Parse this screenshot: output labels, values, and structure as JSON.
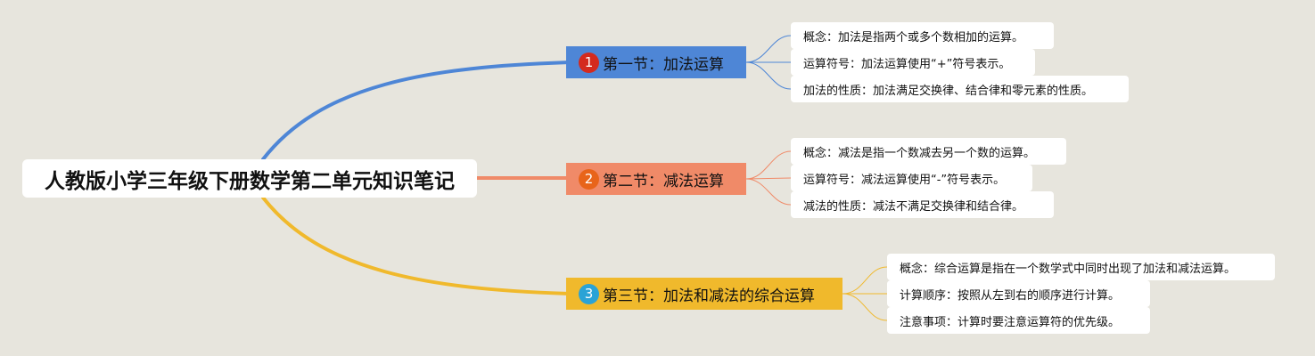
{
  "root": {
    "title": "人教版小学三年级下册数学第二单元知识笔记"
  },
  "branches": [
    {
      "number": "1",
      "title": "第一节：加法运算",
      "color": "#4e86d6",
      "badge_color": "#d42a1e",
      "items": [
        "概念：加法是指两个或多个数相加的运算。",
        "运算符号：加法运算使用“+”符号表示。",
        "加法的性质：加法满足交换律、结合律和零元素的性质。"
      ]
    },
    {
      "number": "2",
      "title": "第二节：减法运算",
      "color": "#f08a68",
      "badge_color": "#e8641a",
      "items": [
        "概念：减法是指一个数减去另一个数的运算。",
        "运算符号：减法运算使用“-”符号表示。",
        "减法的性质：减法不满足交换律和结合律。"
      ]
    },
    {
      "number": "3",
      "title": "第三节：加法和减法的综合运算",
      "color": "#f0b92c",
      "badge_color": "#2aa3d6",
      "items": [
        "概念：综合运算是指在一个数学式中同时出现了加法和减法运算。",
        "计算顺序：按照从左到右的顺序进行计算。",
        "注意事项：计算时要注意运算符的优先级。"
      ]
    }
  ]
}
